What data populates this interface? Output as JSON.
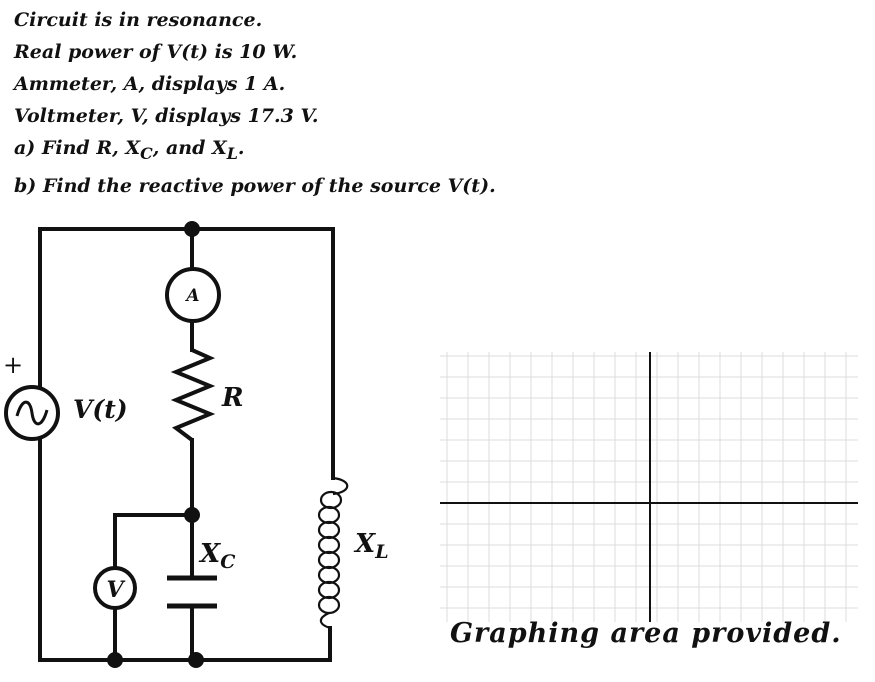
{
  "problem": {
    "lines": [
      "Circuit is in resonance.",
      "Real power of V(t) is 10 W.",
      "Ammeter, A, displays 1 A.",
      "Voltmeter, V, displays 17.3 V.",
      "a) Find R, X",
      "b) Find the reactive power of the source V(t)."
    ],
    "line5_sub_c": "C",
    "line5_mid": ", and X",
    "line5_sub_l": "L",
    "line5_end": "."
  },
  "circuit": {
    "source_label": "V(t)",
    "source_polarity": "+",
    "ammeter_label": "A",
    "voltmeter_label": "V",
    "resistor_label": "R",
    "capacitor_label": "X",
    "capacitor_sub": "C",
    "inductor_label": "X",
    "inductor_sub": "L"
  },
  "graph": {
    "caption": "Graphing area provided."
  }
}
